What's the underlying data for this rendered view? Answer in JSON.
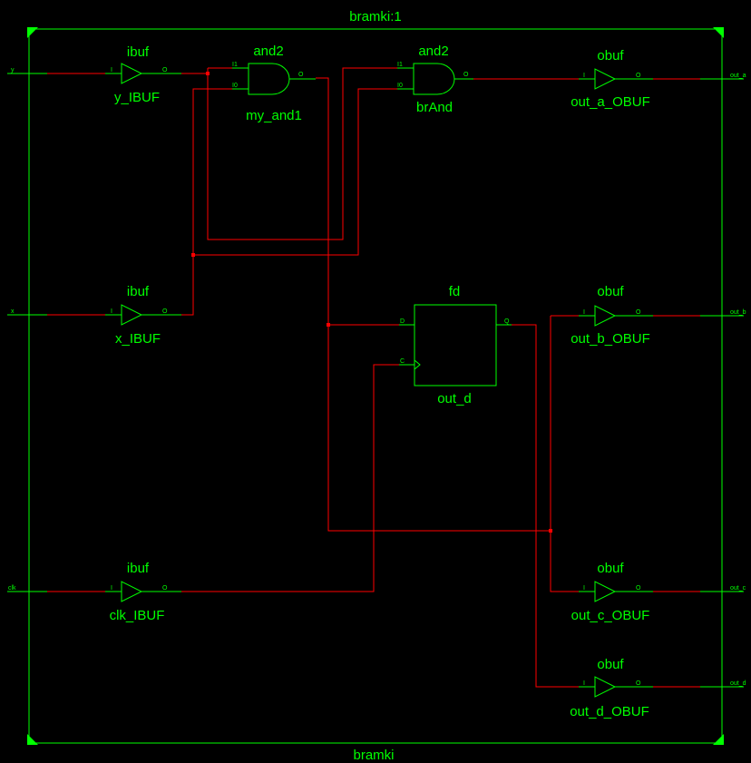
{
  "module": {
    "title": "bramki:1",
    "name": "bramki"
  },
  "ports": {
    "y": "y",
    "x": "x",
    "clk": "clk",
    "out_a": "out_a",
    "out_b": "out_b",
    "out_c": "out_c",
    "out_d": "out_d"
  },
  "cells": {
    "y_ibuf": {
      "type": "ibuf",
      "name": "y_IBUF",
      "pin_in": "I",
      "pin_out": "O"
    },
    "x_ibuf": {
      "type": "ibuf",
      "name": "x_IBUF",
      "pin_in": "I",
      "pin_out": "O"
    },
    "clk_ibuf": {
      "type": "ibuf",
      "name": "clk_IBUF",
      "pin_in": "I",
      "pin_out": "O"
    },
    "my_and1": {
      "type": "and2",
      "name": "my_and1",
      "pin_i1": "I1",
      "pin_i0": "I0",
      "pin_out": "O"
    },
    "brAnd": {
      "type": "and2",
      "name": "brAnd",
      "pin_i1": "I1",
      "pin_i0": "I0",
      "pin_out": "O"
    },
    "out_d_ff": {
      "type": "fd",
      "name": "out_d",
      "pin_d": "D",
      "pin_c": "C",
      "pin_q": "Q"
    },
    "out_a_obuf": {
      "type": "obuf",
      "name": "out_a_OBUF",
      "pin_in": "I",
      "pin_out": "O"
    },
    "out_b_obuf": {
      "type": "obuf",
      "name": "out_b_OBUF",
      "pin_in": "I",
      "pin_out": "O"
    },
    "out_c_obuf": {
      "type": "obuf",
      "name": "out_c_OBUF",
      "pin_in": "I",
      "pin_out": "O"
    },
    "out_d_obuf": {
      "type": "obuf",
      "name": "out_d_OBUF",
      "pin_in": "I",
      "pin_out": "O"
    }
  },
  "colors": {
    "background": "#000000",
    "component": "#00ff00",
    "net": "#ff0000"
  }
}
